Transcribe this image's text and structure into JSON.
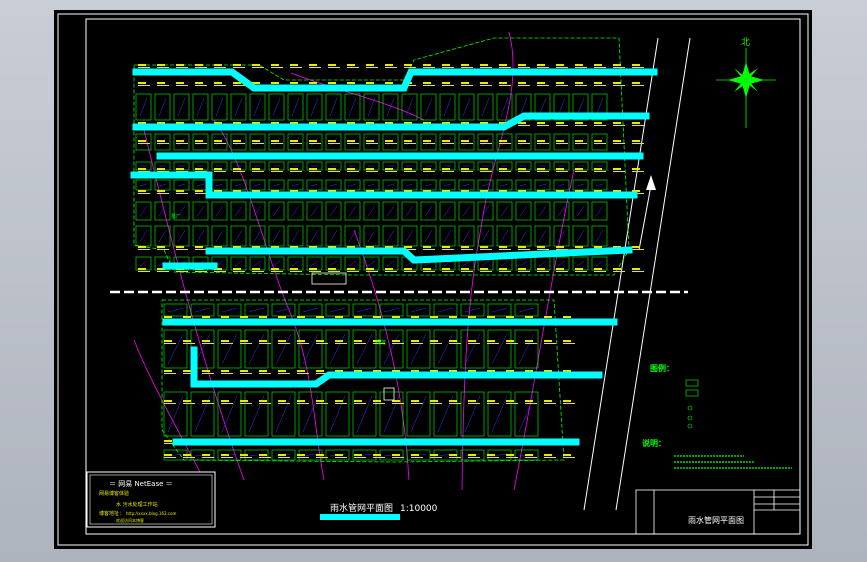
{
  "drawing": {
    "title": "雨水管网平面图",
    "scale": "1:10000",
    "north_label": "北",
    "legend_heading": "图例：",
    "notes_heading": "说明：",
    "upper_sewer_y": [
      73,
      117,
      157,
      194,
      251,
      265
    ],
    "lower_sewer_y": [
      324,
      379,
      443
    ]
  },
  "logo_panel": {
    "brand": "＝ 网易 NetEase ＝",
    "line1": "网易博客体验",
    "line2": "水 污水处理工作站",
    "line3": "博客地址：",
    "line4": "http://xxxx.blog.163.com",
    "line5": "欢迎访问本博客"
  },
  "title_block": {
    "drawing_name": "雨水管网平面图"
  },
  "colors": {
    "frame": "#ffffff",
    "sewer": "#00ffff",
    "parcel": "#00ff00",
    "label": "#e8e800",
    "contour": "#ff00ff"
  }
}
